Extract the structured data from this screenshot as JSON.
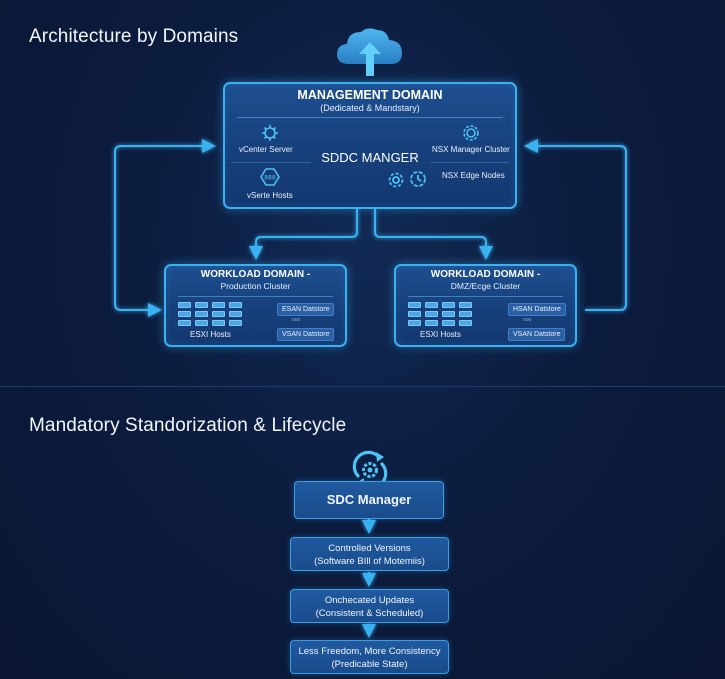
{
  "sections": {
    "architecture_title": "Architecture by Domains",
    "lifecycle_title": "Mandatory Standorization & Lifecycle"
  },
  "icons": {
    "cloud": "cloud-upload-icon",
    "sync": "sync-gear-icon"
  },
  "management_domain": {
    "title": "MANAGEMENT DOMAIN",
    "subtitle": "(Dedicated & Mandstary)",
    "center_label": "SDDC MANGER",
    "left_items": [
      {
        "label": "vCenter Server",
        "icon": "chip-icon"
      },
      {
        "label": "vSerte Hosts",
        "icon": "host-icon"
      }
    ],
    "right_items": [
      {
        "label": "NSX Manager Cluster",
        "icon": "gear-icon"
      },
      {
        "label": "NSX Edge Nodes",
        "icon": ""
      }
    ]
  },
  "workload_domains": [
    {
      "title": "WORKLOAD DOMAIN -",
      "subtitle": "Production Cluster",
      "hosts_label": "ESXI Hosts",
      "datastores": [
        "ESAN Datstore",
        "VSAN Datstore"
      ],
      "separator": "ooo"
    },
    {
      "title": "WORKLOAD DOMAIN -",
      "subtitle": "DMZ/Ecge Cluster",
      "hosts_label": "ESXI Hosts",
      "datastores": [
        "HSAN Datstore",
        "VSAN Datstore"
      ],
      "separator": "ooo"
    }
  ],
  "lifecycle_flow": {
    "head": "SDC Manager",
    "steps": [
      {
        "line1": "Controlled Versions",
        "line2": "(Software BIll of Motemiis)"
      },
      {
        "line1": "Onchecated Updates",
        "line2": "(Consistent & Scheduled)"
      },
      {
        "line1": "Less Freedom, More Consistency",
        "line2": "(Predicable State)"
      }
    ]
  },
  "colors": {
    "accent": "#3ab2f2",
    "background": "#0c1c3e",
    "box_fill": "#1b4988"
  }
}
